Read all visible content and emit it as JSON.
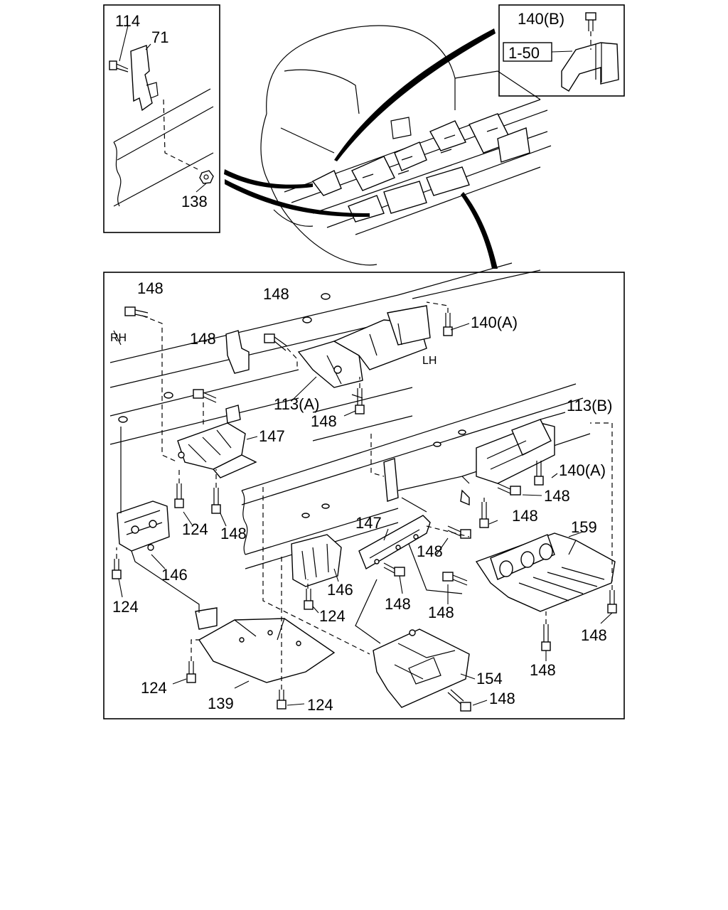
{
  "callouts": {
    "c114": "114",
    "c71": "71",
    "c138": "138",
    "c140b": "140(B)",
    "ref150": "1-50",
    "p148_1": "148",
    "p148_2": "148",
    "p148_3": "148",
    "c140a_1": "140(A)",
    "rh": "RH",
    "lh": "LH",
    "c113a": "113(A)",
    "p148_4": "148",
    "c147_1": "147",
    "c113b": "113(B)",
    "c140a_2": "140(A)",
    "p148_5": "148",
    "p148_6": "148",
    "c124_1": "124",
    "p148_7": "148",
    "c147_2": "147",
    "c159": "159",
    "c146_1": "146",
    "p148_8": "148",
    "c146_2": "146",
    "c124_2": "124",
    "p148_9": "148",
    "p148_10": "148",
    "c124_3": "124",
    "p148_11": "148",
    "p148_12": "148",
    "c154": "154",
    "c124_4": "124",
    "c139": "139",
    "c124_5": "124",
    "p148_13": "148"
  }
}
